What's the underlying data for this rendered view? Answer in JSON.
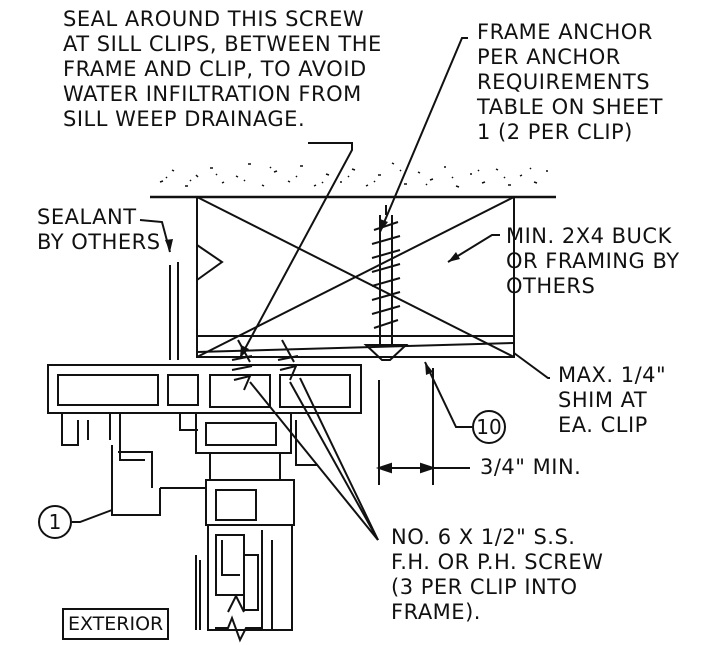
{
  "notes": {
    "seal_note": "SEAL AROUND THIS SCREW\nAT SILL CLIPS, BETWEEN THE\nFRAME AND CLIP, TO AVOID\nWATER INFILTRATION FROM\nSILL WEEP DRAINAGE.",
    "frame_anchor_note": "FRAME ANCHOR\nPER ANCHOR\nREQUIREMENTS\nTABLE ON SHEET\n1 (2 PER CLIP)",
    "sealant_note": "SEALANT\nBY OTHERS",
    "buck_note": "MIN. 2X4 BUCK\nOR FRAMING BY\nOTHERS",
    "shim_note": "MAX. 1/4\"\nSHIM AT\nEA. CLIP",
    "dimension_note": "3/4\" MIN.",
    "screw_note": "NO. 6 X 1/2\" S.S.\nF.H. OR P.H. SCREW\n(3 PER CLIP INTO\nFRAME)."
  },
  "callouts": {
    "clip_number": "10",
    "frame_number": "1"
  },
  "labels": {
    "exterior": "EXTERIOR"
  },
  "colors": {
    "ink": "#111111",
    "paper": "#ffffff"
  }
}
